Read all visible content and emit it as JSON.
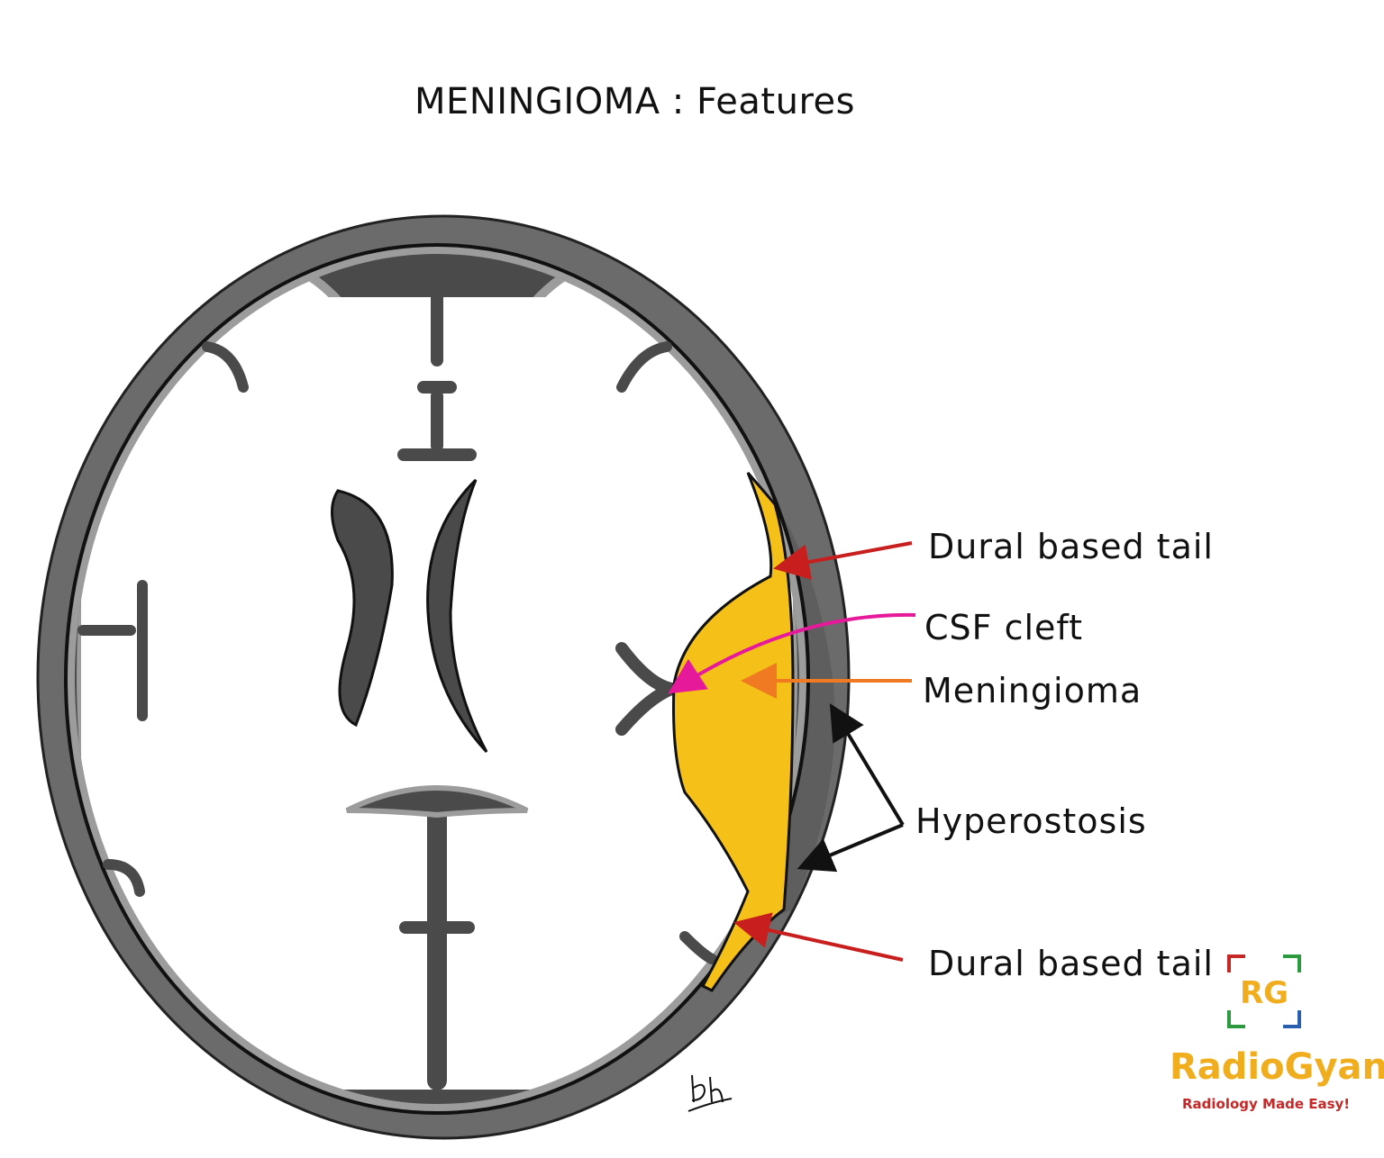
{
  "title": "MENINGIOMA : Features",
  "labels": {
    "dural_tail_top": "Dural based tail",
    "csf_cleft": "CSF cleft",
    "meningioma": "Meningioma",
    "hyperostosis": "Hyperostosis",
    "dural_tail_bottom": "Dural based tail"
  },
  "logo": {
    "initials": "RG",
    "name": "RadioGyan",
    "tagline": "Radiology Made Easy!"
  },
  "signature": "Bh",
  "colors": {
    "skull": "#6b6b6b",
    "dura_gray": "#9c9c9c",
    "csf_dark": "#4a4a4a",
    "tumor": "#f5c018",
    "arrow_dural": "#c81e1e",
    "arrow_csf": "#e6199b",
    "arrow_meningioma": "#f07a22",
    "arrow_hyperostosis": "#111111",
    "logo_orange": "#f0ad1e",
    "logo_red": "#c62828"
  }
}
